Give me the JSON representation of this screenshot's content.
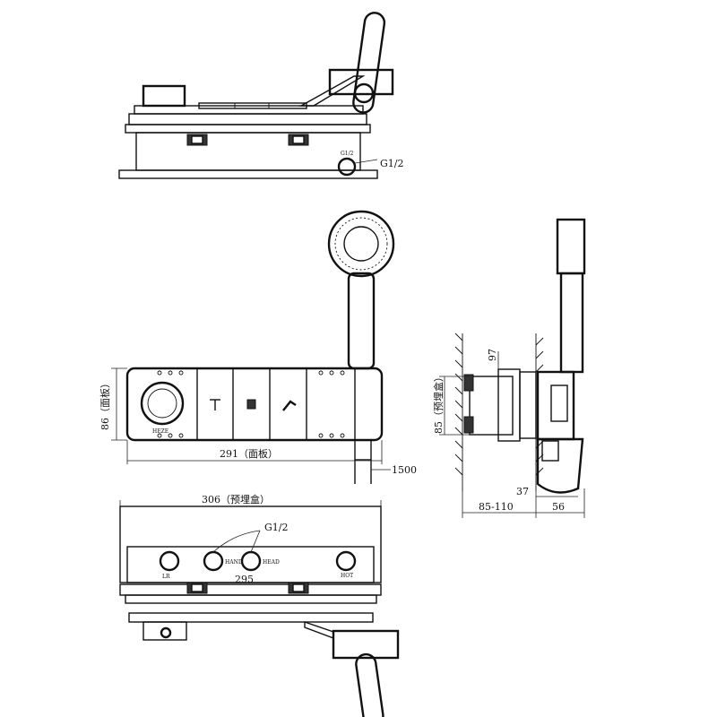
{
  "labels": {
    "top_g12": "G1/2",
    "top_port_small": "G1/2",
    "panel_height": "86（面板）",
    "panel_width": "291（面板）",
    "hose_length": "1500",
    "box_width": "306（预埋盒）",
    "bottom_g12": "G1/2",
    "inner_width": "295",
    "side_97": "97",
    "side_85_box": "85（预埋盒）",
    "side_37": "37",
    "side_depth": "85-110",
    "side_56": "56",
    "port_lr": "LR",
    "port_hand": "HAND",
    "port_head": "HEAD",
    "port_hot": "HOT",
    "brand_mark": "HEZE"
  },
  "icons": [
    "rain-shower-icon",
    "hand-shower-icon",
    "spout-icon"
  ]
}
